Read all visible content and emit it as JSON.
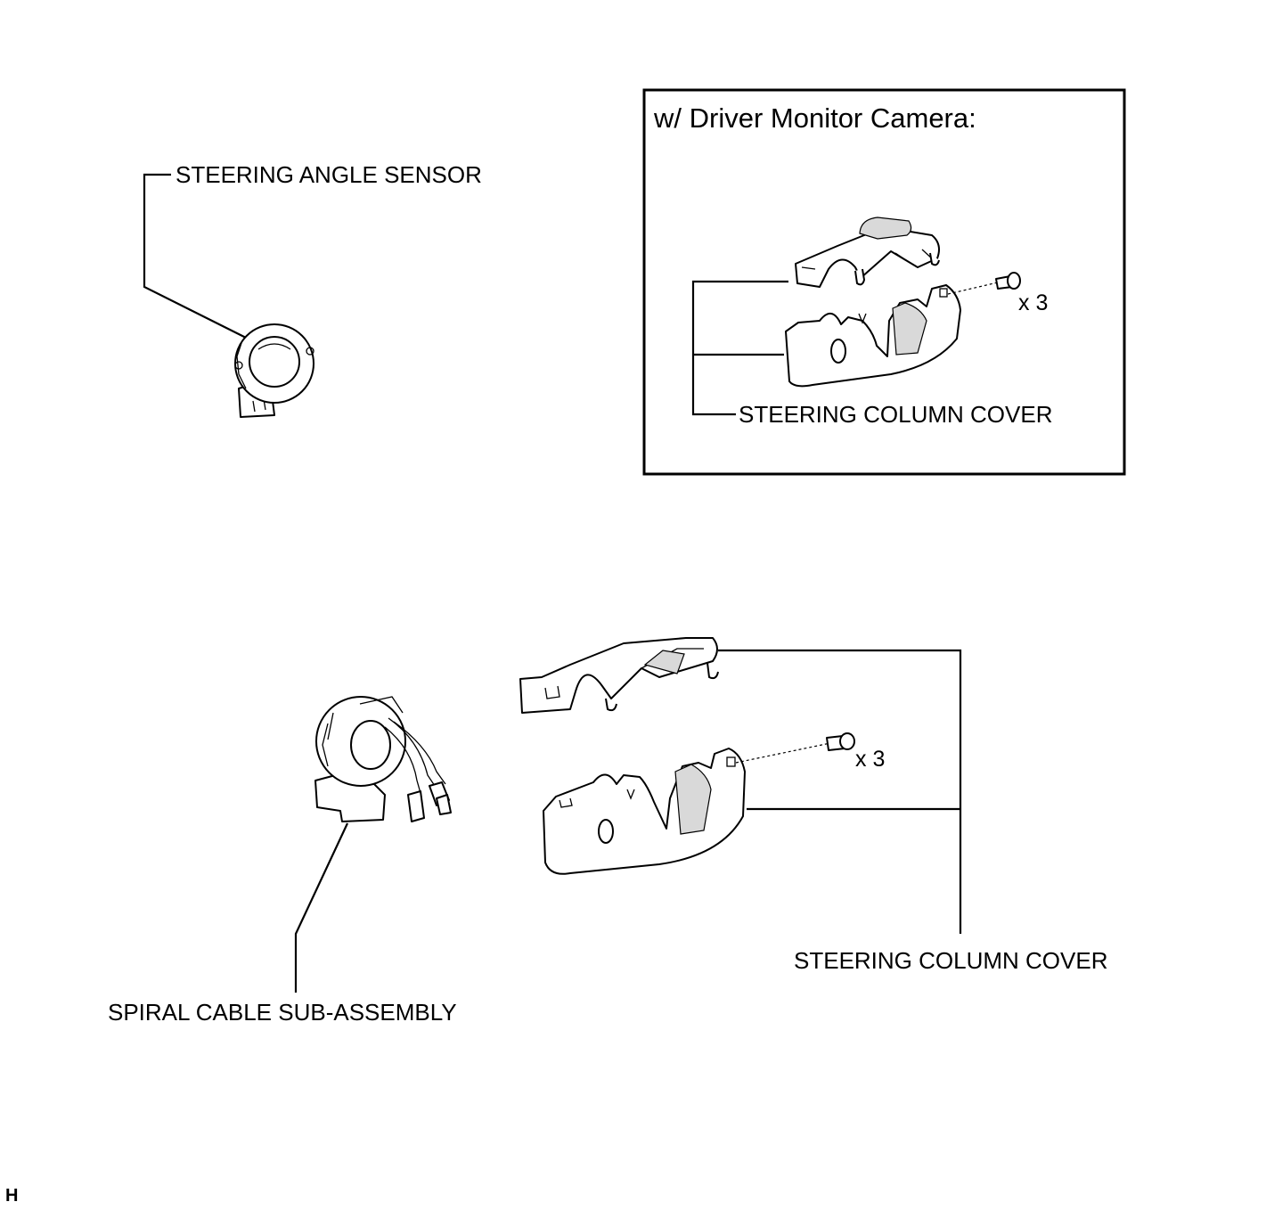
{
  "inset": {
    "title": "w/ Driver Monitor Camera:",
    "cover_label": "STEERING COLUMN COVER",
    "screw_qty": "x 3"
  },
  "labels": {
    "steering_angle_sensor": "STEERING ANGLE SENSOR",
    "spiral_cable": "SPIRAL CABLE SUB-ASSEMBLY",
    "steering_column_cover": "STEERING COLUMN COVER",
    "screw_qty": "x 3"
  },
  "corner_mark": "H"
}
